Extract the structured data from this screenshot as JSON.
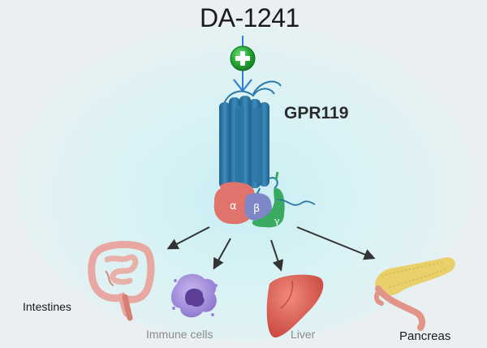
{
  "drug": {
    "name": "DA-1241"
  },
  "receptor": {
    "name": "GPR119"
  },
  "g_protein": {
    "alpha": "α",
    "beta": "β",
    "gamma": "γ"
  },
  "targets": {
    "intestines": "Intestines",
    "immune_cells": "Immune cells",
    "liver": "Liver",
    "pancreas": "Pancreas"
  },
  "colors": {
    "helix": "#2a79a8",
    "helix_light": "#4a9bc8",
    "alpha": "#e0736b",
    "beta": "#7f86c8",
    "gamma": "#3aaa62",
    "agonist_badge": "#27a83a",
    "arrow": "#3a3a3a",
    "drug_arrow": "#2d7fd6"
  },
  "icons": {
    "agonist": "plus-circle-icon",
    "intestines": "intestines-icon",
    "immune_cells": "immune-cell-icon",
    "liver": "liver-icon",
    "pancreas": "pancreas-icon"
  }
}
